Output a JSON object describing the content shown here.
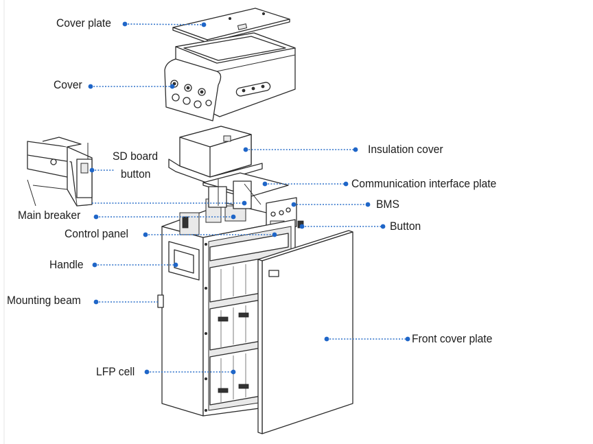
{
  "labels": {
    "cover_plate": "Cover plate",
    "cover": "Cover",
    "sd_board_line1": "SD board",
    "sd_board_line2": "button",
    "insulation_cover": "Insulation cover",
    "communication_interface_plate": "Communication interface plate",
    "bms": "BMS",
    "main_breaker": "Main breaker",
    "button": "Button",
    "control_panel": "Control panel",
    "handle": "Handle",
    "mounting_beam": "Mounting beam",
    "front_cover_plate": "Front cover plate",
    "lfp_cell": "LFP cell"
  },
  "colors": {
    "leader_line": "#2a6fc9",
    "leader_dot": "#1f66c8",
    "outline": "#2b2b2b",
    "label_text": "#1c1c1c"
  }
}
